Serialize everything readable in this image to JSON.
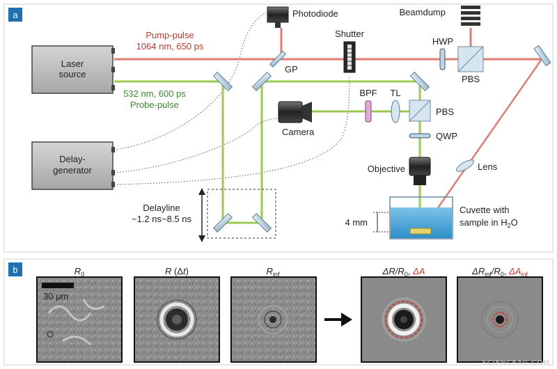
{
  "panel_a": {
    "tag": "a",
    "laser": {
      "line1": "Laser",
      "line2": "source"
    },
    "delay": {
      "line1": "Delay-",
      "line2": "generator"
    },
    "pump": {
      "line1": "Pump-pulse",
      "line2": "1064 nm, 650 ps"
    },
    "probe": {
      "line1": "532 nm, 600 ps",
      "line2": "Probe-pulse"
    },
    "photodiode": "Photodiode",
    "beamdump": "Beamdump",
    "shutter": "Shutter",
    "hwp": "HWP",
    "pbs_top": "PBS",
    "gp": "GP",
    "bpf": "BPF",
    "tl": "TL",
    "pbs_mid": "PBS",
    "qwp": "QWP",
    "camera": "Camera",
    "objective": "Objective",
    "lens": "Lens",
    "delayline": {
      "line1": "Delayline",
      "line2": "~1.2 ns~8.5 ns"
    },
    "depth": "4 mm",
    "cuvette": {
      "line1": "Cuvette with",
      "line2": "sample in H",
      "sub": "2",
      "tail": "O"
    }
  },
  "panel_b": {
    "tag": "b",
    "scale_bar": "30 μm",
    "titles": {
      "r0": {
        "base": "R",
        "sub": "0"
      },
      "rdt": {
        "base": "R",
        "rest": " (Δ",
        "t": "t",
        "close": ")"
      },
      "rinf": {
        "base": "R",
        "sub": "inf"
      },
      "ratio": {
        "a": "ΔR/R",
        "sub": "0",
        "sep": ", ",
        "red": "ΔA"
      },
      "ratio_inf": {
        "a": "ΔR",
        "sub1": "inf",
        "b": "/R",
        "sub2": "0",
        "sep": ", ",
        "red": "ΔA",
        "red_sub": "inf"
      }
    }
  },
  "watermark": "SCIENCEAG.COM",
  "colors": {
    "pump_beam": "#e07c74",
    "probe_beam": "#9ccb52",
    "tag_bg": "#1f6fb3",
    "outline_red": "#d93b2e"
  }
}
